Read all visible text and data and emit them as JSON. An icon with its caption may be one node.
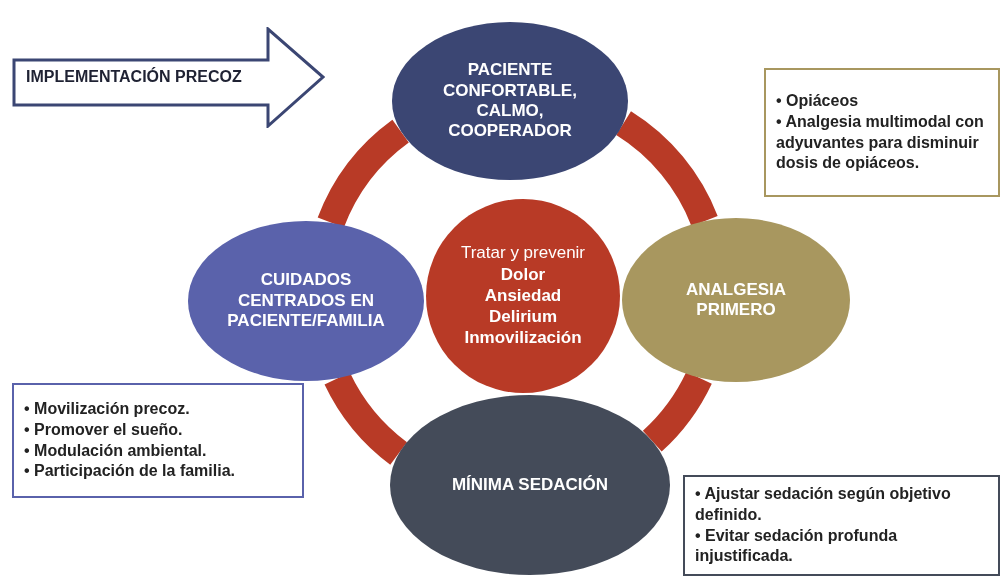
{
  "diagram": {
    "nodes": [
      {
        "text": [
          "IMPLEMENTACIÓN PRECOZ"
        ]
      },
      {
        "text": [
          "PACIENTE CONFORTABLE, CALMO, COOPERADOR"
        ]
      },
      {
        "text": [
          "CUIDADOS CENTRADOS EN PACIENTE/FAMILIA"
        ]
      },
      {
        "text": [
          "Tratar y prevenir",
          "Dolor Ansiedad Delirium Inmovilización"
        ]
      },
      {
        "text": [
          "ANALGESIA PRIMERO"
        ]
      },
      {
        "text": [
          "MÍNIMA SEDACIÓN"
        ]
      },
      {
        "text": [
          "• Opiáceos",
          "• Analgesia multimodal con adyuvantes para disminuir dosis de opiáceos."
        ]
      },
      {
        "text": [
          "• Movilización precoz.",
          "• Promover el sueño.",
          "• Modulación ambiental.",
          "• Participación de la familia."
        ]
      },
      {
        "text": [
          "• Ajustar sedación según objetivo definido.",
          "• Evitar sedación profunda injustificada."
        ]
      }
    ],
    "edges": [
      {
        "from": 1,
        "to": 4,
        "arrow": "none"
      },
      {
        "from": 4,
        "to": 5,
        "arrow": "none"
      },
      {
        "from": 5,
        "to": 2,
        "arrow": "none"
      },
      {
        "from": 2,
        "to": 1,
        "arrow": "none"
      }
    ]
  }
}
